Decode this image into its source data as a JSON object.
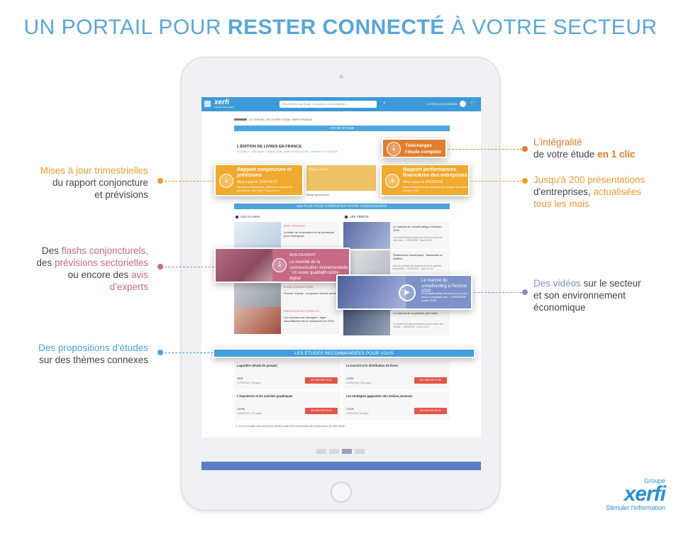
{
  "headline": {
    "part1": "UN PORTAIL POUR ",
    "bold": "RESTER CONNECTÉ",
    "part2": " À VOTRE SECTEUR"
  },
  "screen": {
    "topbar": {
      "logo_main": "xerfi",
      "logo_group": "Groupe",
      "logo_tagline": "Stimuler l'information",
      "search_placeholder": "Recherchez une étude, un secteur, une entreprise ...",
      "user_name": "LE BRUN ALEXANDRA"
    },
    "portal_label": "LE PORTAIL DE VOTRE ÉTUDE XERFI FRANCE",
    "band_study": "VOTRE ÉTUDE",
    "study_title": "L'ÉDITION DE LIVRES EN FRANCE",
    "study_meta": "8C129027 · 250 pages · Edition 2018 · parue le 09/04/2018 · Achetée le 10/04/2018",
    "rapport_annuel": "Rapport annuel",
    "note_small": "Rédigé gratuitement",
    "band_flux": "LES FLUX POUR COMPLETER VOTRE CONNAISSANCE",
    "col_flashs": "LES FLASHS",
    "col_videos": "LES VIDÉOS",
    "flashs": [
      {
        "cat": "XERFI PREVIEUS",
        "text": "La lettre de conjoncture et de prévisions pour l'entreprise"
      },
      {
        "cat": "FLASH CONJONCTUREL",
        "text": "Pouvoir d'achat : La grosse rechute arrive"
      },
      {
        "cat": "PRÉVISIONS SECTORIELLES",
        "text": "Les services aux ménages : léger essoufflement de la croissance en 2019"
      }
    ],
    "videos": [
      {
        "title": "Le marché du crowdfunding à l'horizon 2020",
        "sub": "Le crowdfunding s'impose peu à peu comme une alternative ... 09/05/2018 · durée 03:29"
      },
      {
        "title": "Plateformes numériques : fantasmes et réalités",
        "sub": "Dans le contexte des plateformes et les grandes entreprises ... 09/05/2018 · durée 04:13"
      },
      {
        "title": "Le marché du crowdfunding à l'horizon 2020",
        "sub": ""
      },
      {
        "title": "Le marché de la publicité par l'objet",
        "sub": "Le marché de l'objet publicitaire est à la traîne des medias ... 03/05/2018 · durée 02:12"
      }
    ],
    "band_reco": "LES ÉTUDES RECOMMANDÉES POUR VOUS",
    "reco": [
      {
        "title": "Lagardère (étude de groupe)",
        "price": "330€",
        "date": "01/03/2018 | 76 pages",
        "button": "EN SAVOIR PLUS"
      },
      {
        "title": "Le marché et la distribution de livres",
        "price": "1100€",
        "date": "02/03/2018 | 183 pages",
        "button": "EN SAVOIR PLUS"
      },
      {
        "title": "L'imprimerie et les activités graphiques",
        "price": "1200€",
        "date": "13/04/2018 | 211 pages",
        "button": "EN SAVOIR PLUS"
      },
      {
        "title": "Les stratégies gagnantes des médias jeunesse",
        "price": "1750€",
        "date": "11/01/2018 | 6 pages",
        "button": "EN SAVOIR PLUS"
      }
    ],
    "consent": "Je ne souhaite pas recevoir les alertes email Xerfi m'informant des mises à jour de cette étude"
  },
  "popouts": {
    "download": {
      "line1": "Téléchargez",
      "line2": "l'étude complète"
    },
    "conjoncture": {
      "title": "Rapport conjoncture et prévisions",
      "update": "Mise à jour le 2018-09-17",
      "desc": "Derniers événements, chiffres du secteur et prévisions, mis à jour 3 fois par an"
    },
    "performance": {
      "title": "Rapport performances financières des entreprises",
      "update": "Mise à jour le 14/10/2018",
      "desc": "Ratios financiers des sociétés du secteur actualisés chaque mois"
    },
    "flash": {
      "cat": "AVIS D'EXPERT",
      "text": "Le marché de la communication événementielle : Un essor qualitatif contre digital"
    },
    "video": {
      "title": "Le marché du crowdfunding à l'horizon 2020",
      "sub": "Le crowdfunding s'impose peu à peu dans le paysage des ... 09/05/2018 · durée 03:29"
    }
  },
  "callouts": {
    "mises": {
      "l1": "Mises à jour trimestrielles",
      "l2": "du rapport conjoncture",
      "l3": "et prévisions"
    },
    "integralite": {
      "l1": "L'intégralité",
      "l2a": "de votre étude ",
      "l2b": "en 1 clic"
    },
    "presentations": {
      "l1": "Jusqu'à 200 présentations",
      "l2a": "d'entreprises, ",
      "l2b": "actualisées",
      "l3": "tous les mois"
    },
    "flashs": {
      "a": "Des ",
      "b": "flashs conjoncturels,",
      "c": "des ",
      "d": "prévisions sectorielles",
      "e": "ou encore des ",
      "f": "avis",
      "g": "d'experts"
    },
    "videos": {
      "a": "Des vidéos",
      "b": " sur le secteur",
      "l2": "et son environnement",
      "l3": "économique"
    },
    "propositions": {
      "l1": "Des propositions d'études",
      "l2": "sur des thèmes connexes"
    }
  },
  "brand": {
    "group": "Groupe",
    "name": "xerfi",
    "tagline": "Stimuler l'information"
  },
  "colors": {
    "blue": "#4aa3da",
    "orange": "#ef9b2f",
    "dark_orange": "#e07e2e",
    "pink": "#c86b86",
    "slate": "#7f92bd"
  },
  "icons": {
    "download": "download-icon",
    "play": "play-icon",
    "search": "search-icon",
    "cart": "cart-icon",
    "user": "user-icon",
    "menu": "menu-icon"
  }
}
